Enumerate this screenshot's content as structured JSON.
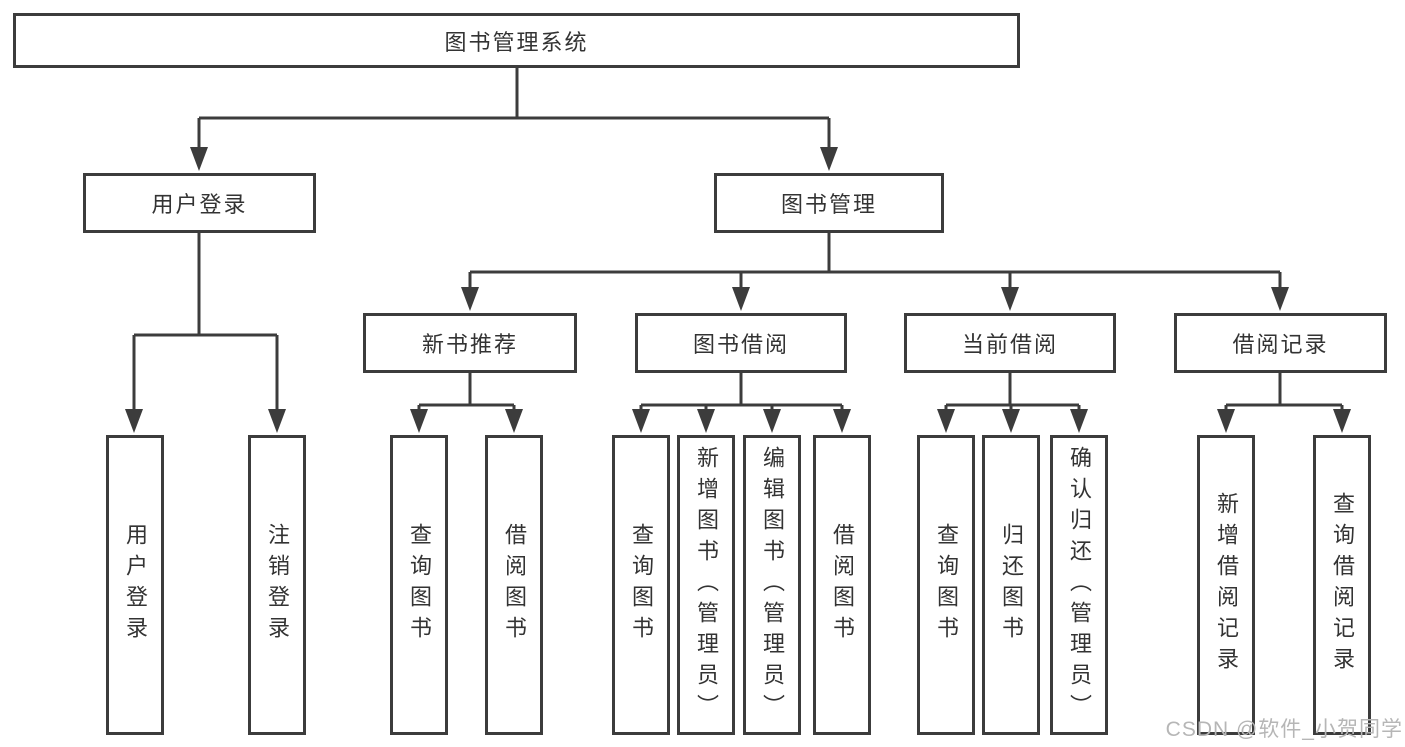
{
  "diagram": {
    "root": {
      "label": "图书管理系统"
    },
    "branches": [
      {
        "label": "用户登录",
        "children": [
          {
            "label": "用户登录"
          },
          {
            "label": "注销登录"
          }
        ]
      },
      {
        "label": "图书管理",
        "children": [
          {
            "label": "新书推荐",
            "children": [
              {
                "label": "查询图书"
              },
              {
                "label": "借阅图书"
              }
            ]
          },
          {
            "label": "图书借阅",
            "children": [
              {
                "label": "查询图书"
              },
              {
                "label": "新增图书（管理员）"
              },
              {
                "label": "编辑图书（管理员）"
              },
              {
                "label": "借阅图书"
              }
            ]
          },
          {
            "label": "当前借阅",
            "children": [
              {
                "label": "查询图书"
              },
              {
                "label": "归还图书"
              },
              {
                "label": "确认归还（管理员）"
              }
            ]
          },
          {
            "label": "借阅记录",
            "children": [
              {
                "label": "新增借阅记录"
              },
              {
                "label": "查询借阅记录"
              }
            ]
          }
        ]
      }
    ],
    "line_color": "#3c3c3c",
    "watermark": "CSDN @软件_小贺同学"
  }
}
